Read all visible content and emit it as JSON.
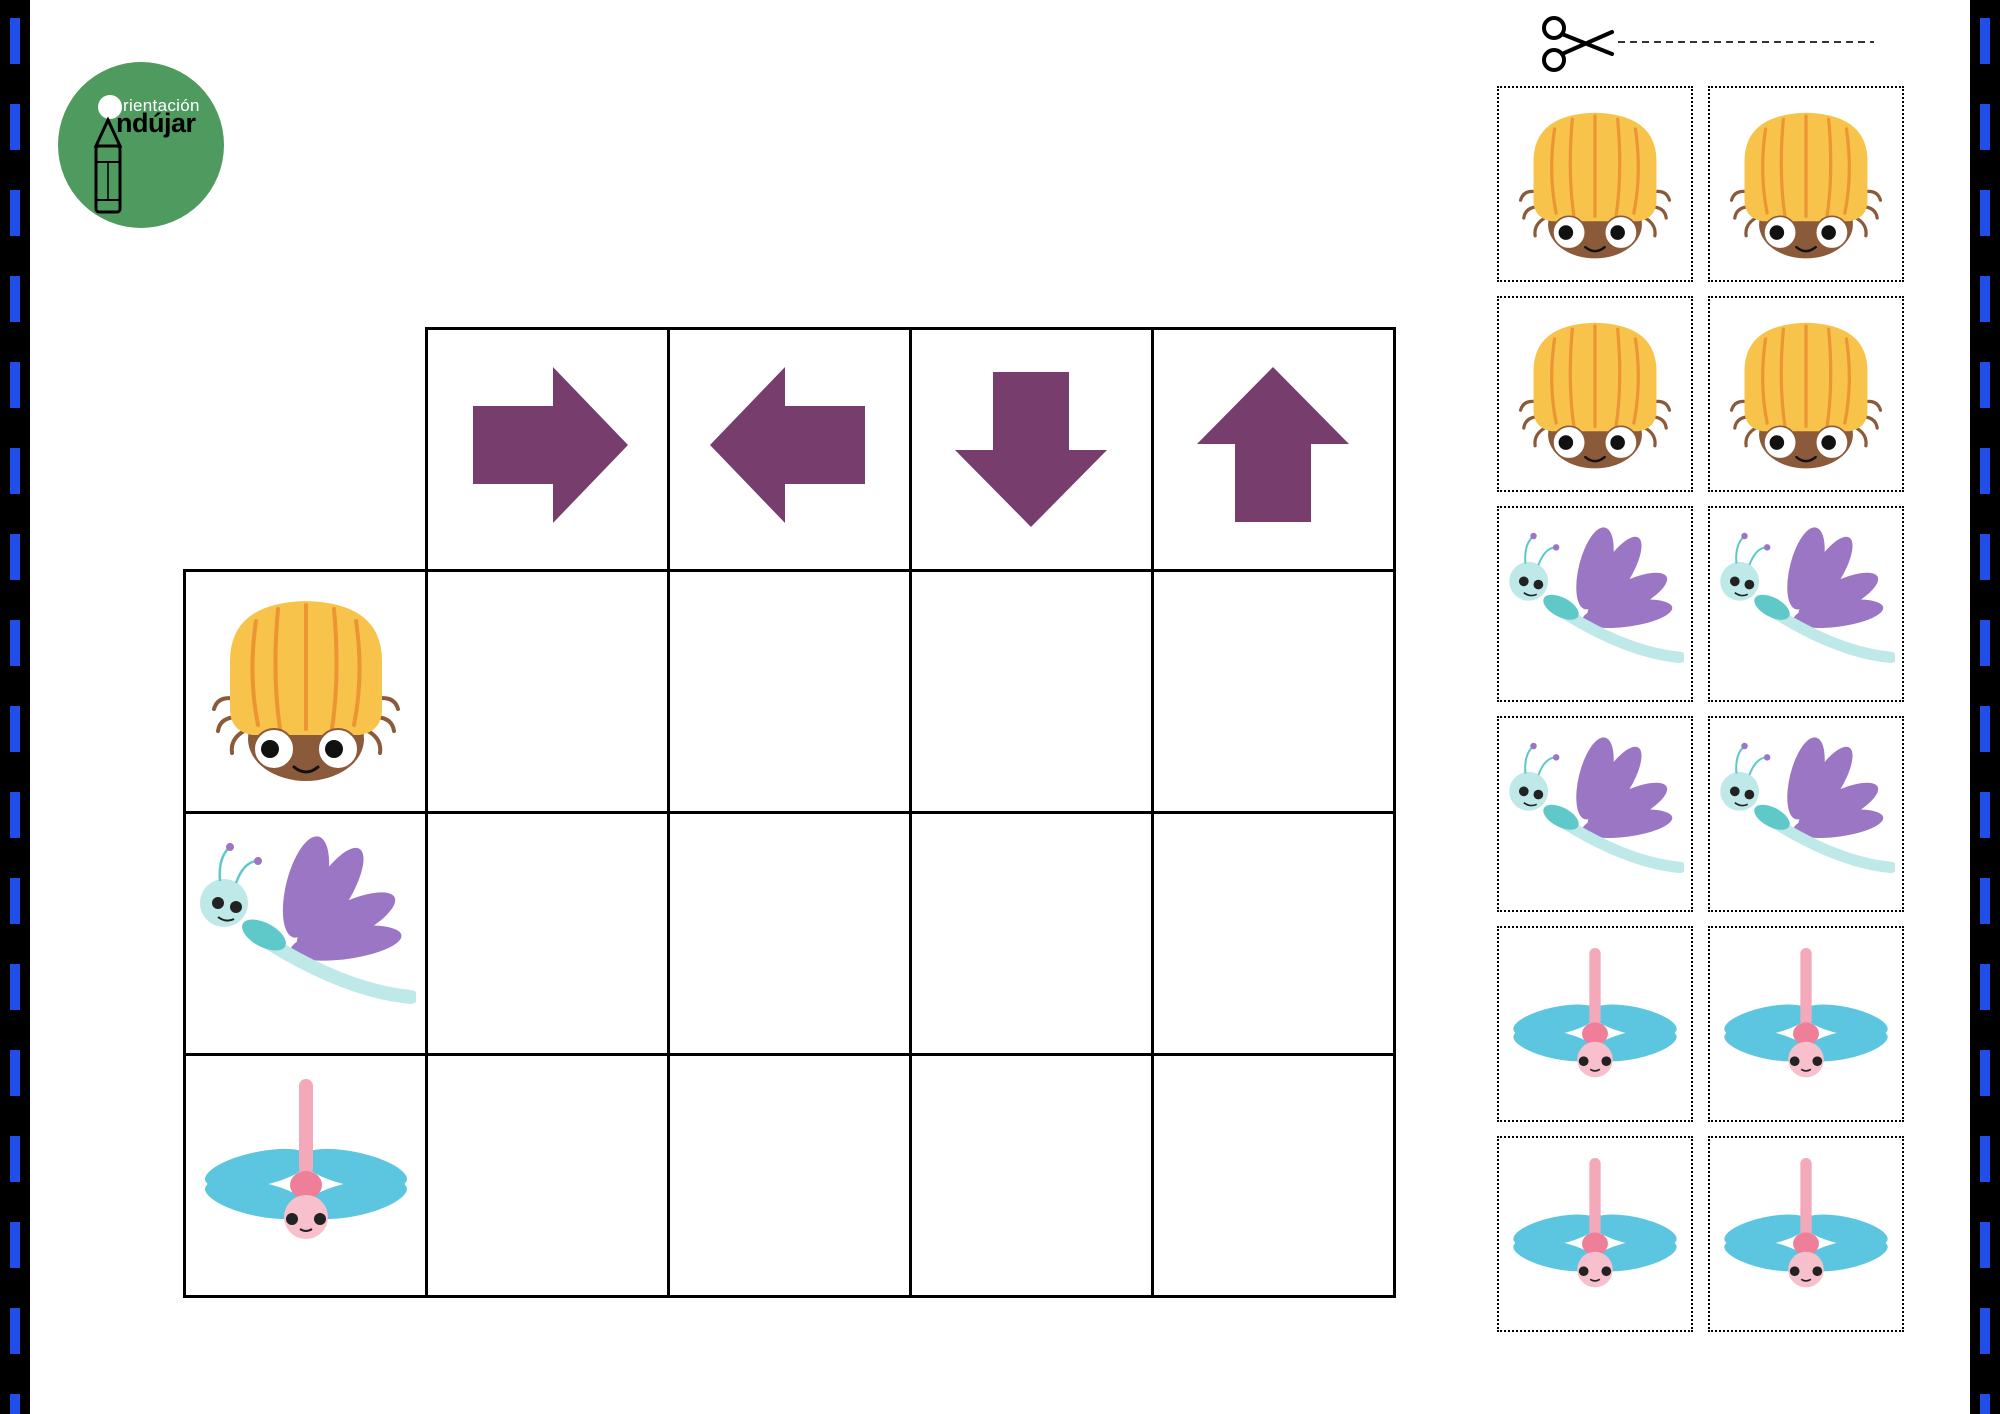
{
  "logo": {
    "line1": "rientación",
    "line2": "ndújar"
  },
  "colors": {
    "border_blue": "#1f4fe8",
    "logo_green": "#4f9a5e",
    "arrow_purple": "#773e6d"
  },
  "grid": {
    "header_arrows": [
      "arrow-right",
      "arrow-left",
      "arrow-down",
      "arrow-up"
    ],
    "row_animals": [
      "beetle",
      "dragonfly-purple",
      "dragonfly-pink"
    ],
    "empty_cells_per_row": 4
  },
  "cutouts": {
    "icon": "scissors-icon",
    "cards": [
      [
        "beetle",
        "beetle"
      ],
      [
        "beetle",
        "beetle"
      ],
      [
        "dragonfly-purple",
        "dragonfly-purple"
      ],
      [
        "dragonfly-purple",
        "dragonfly-purple"
      ],
      [
        "dragonfly-pink",
        "dragonfly-pink"
      ],
      [
        "dragonfly-pink",
        "dragonfly-pink"
      ]
    ]
  }
}
